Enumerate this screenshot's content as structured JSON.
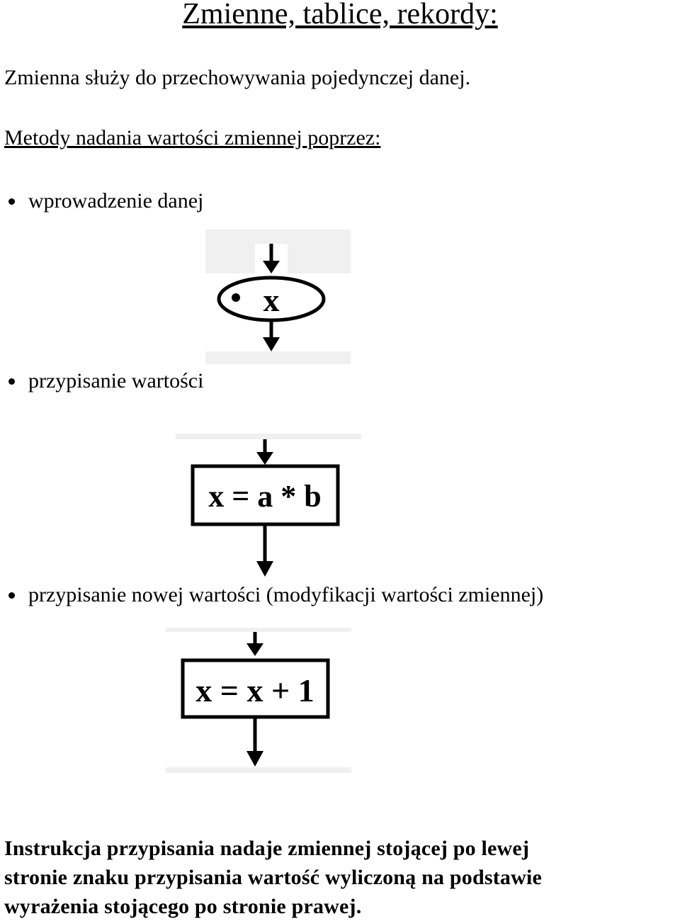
{
  "page": {
    "title": "Zmienne, tablice, rekordy:",
    "intro": "Zmienna służy do przechowywania pojedynczej danej.",
    "methods_heading": "Metody nadania wartości zmiennej poprzez:",
    "bullets": [
      "wprowadzenie danej",
      "przypisanie wartości",
      "przypisanie nowej wartości (modyfikacji wartości zmiennej)"
    ],
    "figures": {
      "input_var": "x",
      "assign_expr": "x = a * b",
      "modify_expr": "x = x + 1"
    },
    "footer_lines": [
      "Instrukcja przypisania nadaje zmiennej stojącej po lewej",
      "stronie znaku przypisania wartość wyliczoną na podstawie",
      "wyrażenia stojącego po stronie prawej."
    ]
  }
}
